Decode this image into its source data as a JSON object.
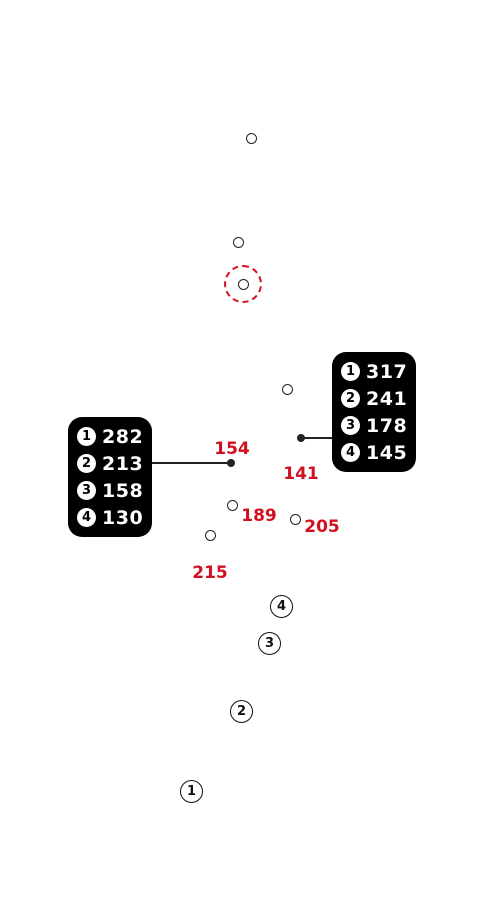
{
  "colors": {
    "accent": "#d0101e",
    "box": "#000000",
    "ink": "#222222"
  },
  "nodes": [
    "",
    "",
    "",
    "",
    "",
    "",
    "",
    ""
  ],
  "badges": [
    "1",
    "2",
    "3",
    "4"
  ],
  "dimension_labels": [
    "154",
    "141",
    "189",
    "205",
    "215"
  ],
  "legend_left": {
    "rows": [
      {
        "num": "1",
        "value": "282"
      },
      {
        "num": "2",
        "value": "213"
      },
      {
        "num": "3",
        "value": "158"
      },
      {
        "num": "4",
        "value": "130"
      }
    ]
  },
  "legend_right": {
    "rows": [
      {
        "num": "1",
        "value": "317"
      },
      {
        "num": "2",
        "value": "241"
      },
      {
        "num": "3",
        "value": "178"
      },
      {
        "num": "4",
        "value": "145"
      }
    ]
  }
}
